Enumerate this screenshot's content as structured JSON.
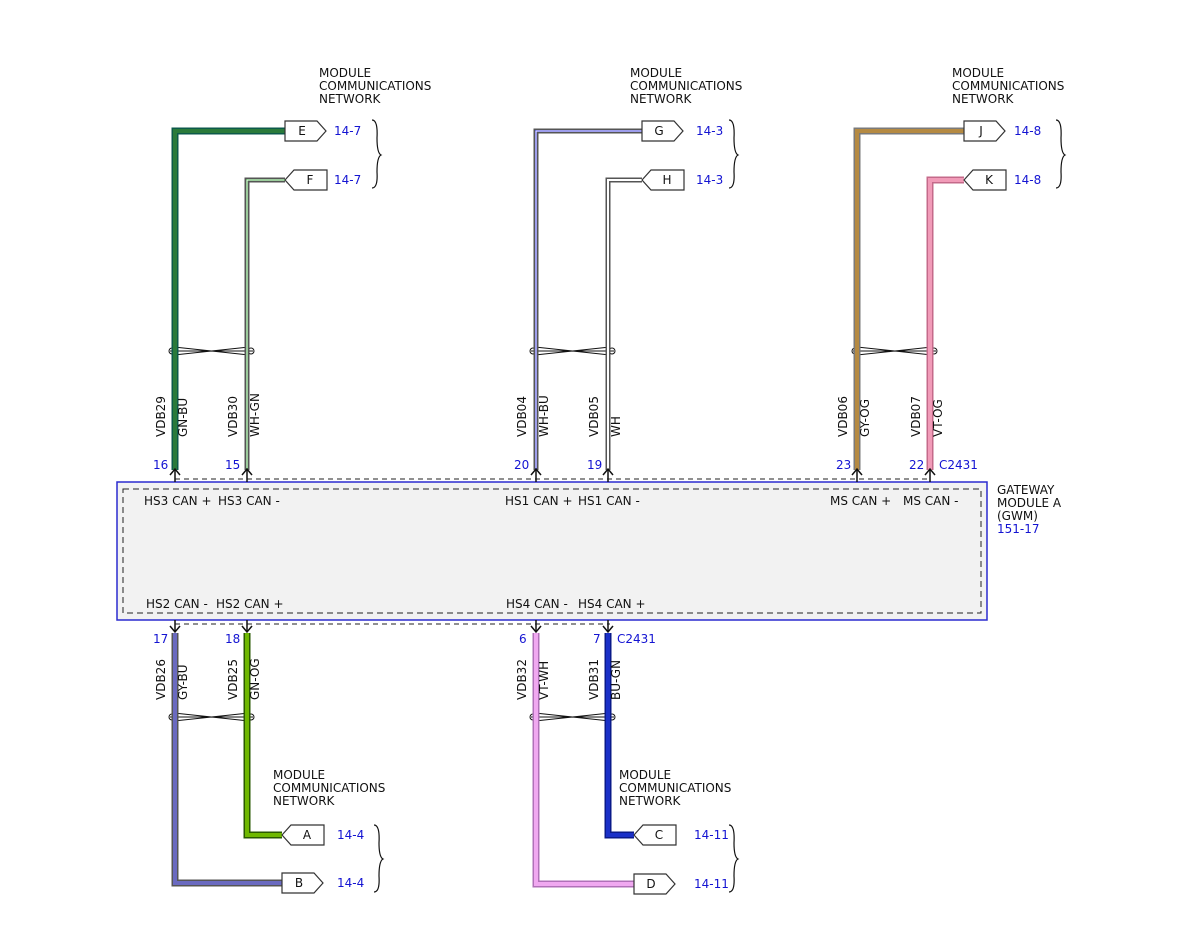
{
  "colors": {
    "ref_blue": "#1414d2",
    "module_border": "#2b2bcf",
    "module_fill": "#f2f2f2",
    "outline": "#333333"
  },
  "module": {
    "name_lines": [
      "GATEWAY",
      "MODULE A",
      "(GWM)"
    ],
    "ref": "151-17"
  },
  "connectors": {
    "top": "C2431",
    "bottom": "C2431"
  },
  "network_label": [
    "MODULE",
    "COMMUNICATIONS",
    "NETWORK"
  ],
  "wires": [
    {
      "id": "w16",
      "circuit": "VDB29",
      "color_code": "GN-BU",
      "pin": "16",
      "signal": "HS3 CAN +",
      "end_label": "E",
      "end_ref": "14-7",
      "side": "top",
      "stroke": "#0c5a4a",
      "core": "#2a7a3a",
      "thick": true
    },
    {
      "id": "w15",
      "circuit": "VDB30",
      "color_code": "WH-GN",
      "pin": "15",
      "signal": "HS3 CAN -",
      "end_label": "F",
      "end_ref": "14-7",
      "side": "top",
      "stroke": "#555555",
      "core": "#3a9a3a",
      "thick": false
    },
    {
      "id": "w20",
      "circuit": "VDB04",
      "color_code": "WH-BU",
      "pin": "20",
      "signal": "HS1 CAN +",
      "end_label": "G",
      "end_ref": "14-3",
      "side": "top",
      "stroke": "#555555",
      "core": "#3c3cd8",
      "thick": false
    },
    {
      "id": "w19",
      "circuit": "VDB05",
      "color_code": "WH",
      "pin": "19",
      "signal": "HS1 CAN -",
      "end_label": "H",
      "end_ref": "14-3",
      "side": "top",
      "stroke": "#555555",
      "core": "#ffffff",
      "thick": false
    },
    {
      "id": "w23",
      "circuit": "VDB06",
      "color_code": "GY-OG",
      "pin": "23",
      "signal": "MS CAN +",
      "end_label": "J",
      "end_ref": "14-8",
      "side": "top",
      "stroke": "#7a7a7a",
      "core": "#b58a42",
      "thick": true
    },
    {
      "id": "w22",
      "circuit": "VDB07",
      "color_code": "VT-OG",
      "pin": "22",
      "signal": "MS CAN -",
      "end_label": "K",
      "end_ref": "14-8",
      "side": "top",
      "stroke": "#c46a8a",
      "core": "#f19bb8",
      "thick": true
    },
    {
      "id": "w17",
      "circuit": "VDB26",
      "color_code": "GY-BU",
      "pin": "17",
      "signal": "HS2 CAN -",
      "end_label": "B",
      "end_ref": "14-4",
      "side": "bottom",
      "stroke": "#555555",
      "core": "#6a6ac0",
      "thick": true
    },
    {
      "id": "w18",
      "circuit": "VDB25",
      "color_code": "GN-OG",
      "pin": "18",
      "signal": "HS2 CAN +",
      "end_label": "A",
      "end_ref": "14-4",
      "side": "bottom",
      "stroke": "#2a5a00",
      "core": "#6fb800",
      "thick": true
    },
    {
      "id": "w6",
      "circuit": "VDB32",
      "color_code": "VT-WH",
      "pin": "6",
      "signal": "HS4 CAN -",
      "end_label": "D",
      "end_ref": "14-11",
      "side": "bottom",
      "stroke": "#b070b8",
      "core": "#f0a8f0",
      "thick": true
    },
    {
      "id": "w7",
      "circuit": "VDB31",
      "color_code": "BU-GN",
      "pin": "7",
      "signal": "HS4 CAN +",
      "end_label": "C",
      "end_ref": "14-11",
      "side": "bottom",
      "stroke": "#0a1a8a",
      "core": "#1a30c8",
      "thick": true
    }
  ]
}
